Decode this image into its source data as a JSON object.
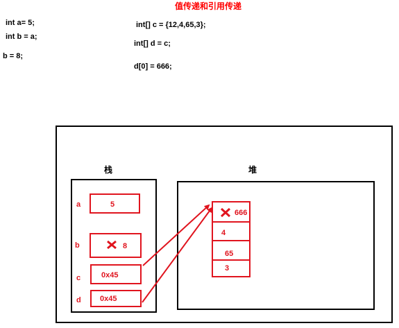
{
  "title": "值传递和引用传递",
  "code_left": [
    "int a= 5;",
    "int b = a;",
    "b = 8;"
  ],
  "code_right": [
    "int[] c = {12,4,65,3};",
    "int[] d = c;",
    "d[0] = 666;"
  ],
  "diagram": {
    "stack_label": "栈",
    "heap_label": "堆",
    "stack": [
      {
        "name": "a",
        "value": "5"
      },
      {
        "name": "b",
        "value": "8",
        "crossed": true
      },
      {
        "name": "c",
        "value": "0x45"
      },
      {
        "name": "d",
        "value": "0x45"
      }
    ],
    "heap_array": [
      "666",
      "4",
      "65",
      "3"
    ],
    "colors": {
      "accent": "#e0141e",
      "line": "#000000"
    }
  }
}
